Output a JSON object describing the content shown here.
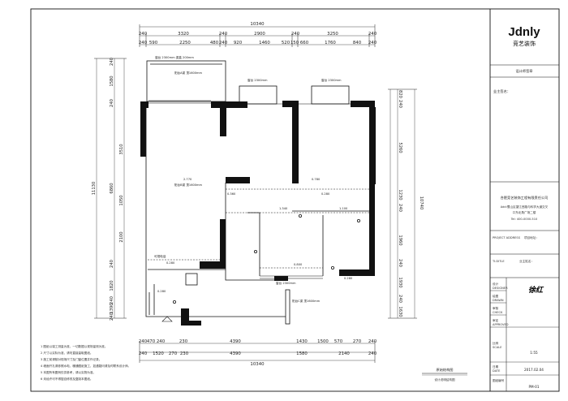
{
  "brand": {
    "logo": "Jdnly",
    "name_cn": "竞艺装饰"
  },
  "title_block": {
    "designer_label": "设计师签章",
    "owner_label": "业主签名：",
    "company_name": "合肥竞艺装饰工程有限责任公司",
    "company_address_1": "Add:蜀山区望江西路与科学大道交叉",
    "company_address_2": "口东北角广场二楼",
    "company_tel": "Tel: 400-0000-510",
    "project_address_label": "PROJECT ADDRESS",
    "project_address_value": "项目地址：",
    "title_label": "TI.DITLE",
    "title_value": "业主姓名：",
    "fields": [
      {
        "cn": "设计",
        "en": "DESIGNER",
        "value": ""
      },
      {
        "cn": "绘图",
        "en": "DRAWN",
        "value": ""
      },
      {
        "cn": "审核",
        "en": "CHECK",
        "value": ""
      },
      {
        "cn": "审定",
        "en": "APPROVED",
        "value": ""
      },
      {
        "cn": "比例",
        "en": "SCALE",
        "value": "1:55"
      },
      {
        "cn": "日期",
        "en": "DATE",
        "value": "2017.02.04"
      },
      {
        "cn": "图纸编号",
        "en": "",
        "value": "PM-01"
      }
    ],
    "signature": "徐红"
  },
  "dimensions": {
    "top_total": "10340",
    "top_row1": [
      "240",
      "3320",
      "240",
      "2900",
      "240",
      "3250",
      "240"
    ],
    "top_row2": [
      "240",
      "590",
      "2250",
      "480",
      "240",
      "920",
      "1460",
      "520",
      "150",
      "660",
      "1760",
      "840",
      "240"
    ],
    "bottom_row1": [
      "240",
      "470",
      "240",
      "230",
      "4390",
      "1430",
      "1500",
      "570",
      "270",
      "240"
    ],
    "bottom_row2": [
      "240",
      "1520",
      "270",
      "230",
      "4390",
      "1580",
      "2140",
      "240"
    ],
    "bottom_total": "10340",
    "left_total": "11130",
    "left_row1": [
      "240",
      "1580",
      "240",
      "3510",
      "6860",
      "1050",
      "2100",
      "240",
      "1820",
      "240",
      "1390",
      "240"
    ],
    "right_total": "10740",
    "right_row1": [
      "820",
      "240",
      "5260",
      "1230",
      "240",
      "1960",
      "240",
      "1930",
      "240",
      "1630"
    ]
  },
  "rooms": [
    "阳台A梁 顶1600mm",
    "窗台 2300mm 梁高 200mm",
    "窗台 2300mm",
    "阳台B梁 顶1600mm",
    "窗台 2300mm",
    "窗台 2300mm",
    "阳台C梁 顶1600mm",
    "可视电话"
  ],
  "levels": [
    "2.770",
    "0.360",
    "0.780",
    "0.280",
    "1.340",
    "1.100",
    "0.800",
    "0.280",
    "0.280",
    "0.280"
  ],
  "caption": "原始结构图",
  "caption_sub": "设计说明结构图",
  "notes": [
    "1 图纸以竣工测量为准，一切数据以现场量测为准。",
    "2 尺寸以实际为准，请勿直接量取图纸。",
    "3 施工前请核对现场尺寸及门窗位置并作记录。",
    "4 墙面开孔请参照水电、暖通图纸施工，如遇疑问请及时联系设计师。",
    "5 本图所有图例仅供参考，请以实物为准。",
    "6 未经许可不得擅自修改及复制本图纸。"
  ]
}
